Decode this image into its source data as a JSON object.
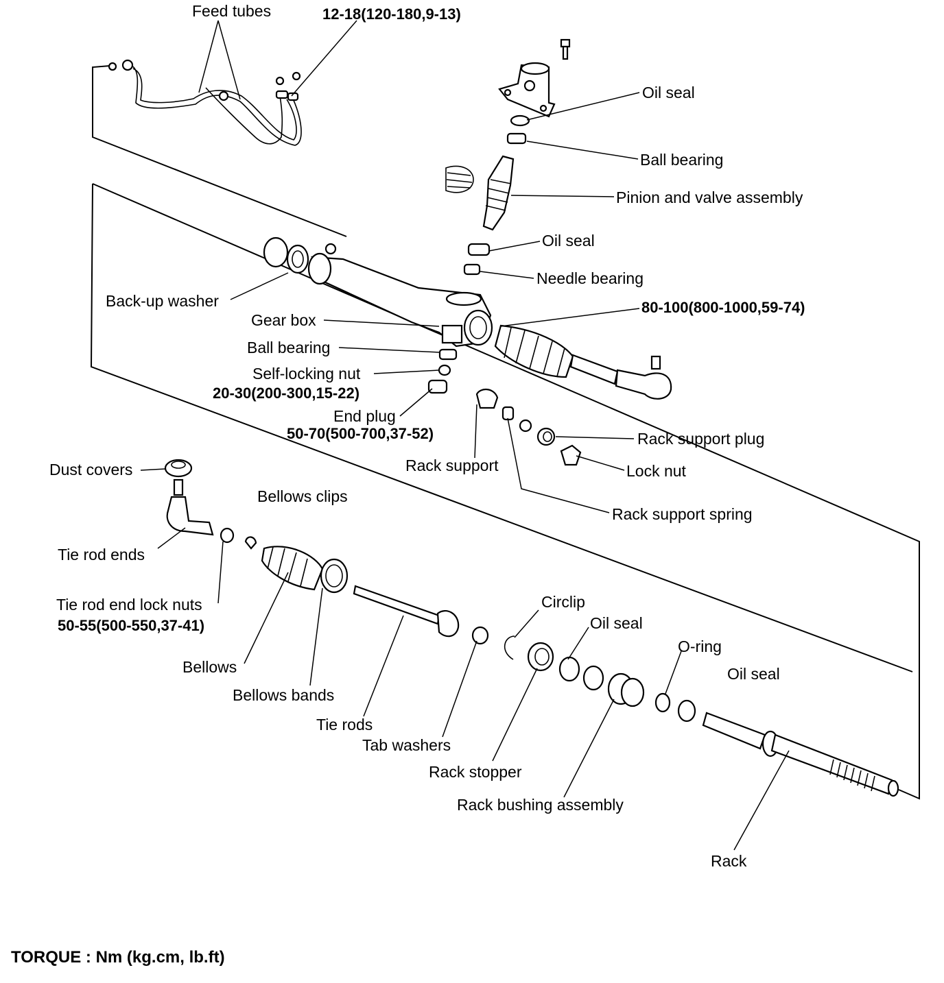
{
  "labels": {
    "feed_tubes": "Feed tubes",
    "feed_tube_torque": "12-18(120-180,9-13)",
    "oil_seal_top": "Oil seal",
    "ball_bearing_top": "Ball bearing",
    "pinion_valve": "Pinion and valve assembly",
    "oil_seal_mid": "Oil seal",
    "needle_bearing": "Needle bearing",
    "tie_rod_end_torque": "80-100(800-1000,59-74)",
    "backup_washer": "Back-up washer",
    "gear_box": "Gear box",
    "ball_bearing_mid": "Ball bearing",
    "self_locking_nut": "Self-locking nut",
    "self_locking_nut_torque": "20-30(200-300,15-22)",
    "end_plug": "End plug",
    "end_plug_torque": "50-70(500-700,37-52)",
    "rack_support": "Rack support",
    "rack_support_plug": "Rack support plug",
    "lock_nut": "Lock nut",
    "rack_support_spring": "Rack support spring",
    "dust_covers": "Dust covers",
    "bellows_clips": "Bellows clips",
    "tie_rod_ends": "Tie rod ends",
    "tie_rod_end_lock_nuts": "Tie rod end lock nuts",
    "lock_nuts_torque": "50-55(500-550,37-41)",
    "bellows": "Bellows",
    "bellows_bands": "Bellows bands",
    "tie_rods": "Tie rods",
    "tab_washers": "Tab washers",
    "circlip": "Circlip",
    "oil_seal_low": "Oil seal",
    "o_ring": "O-ring",
    "oil_seal_right": "Oil seal",
    "rack_stopper": "Rack stopper",
    "rack_bushing": "Rack bushing assembly",
    "rack": "Rack"
  },
  "footer": "TORQUE : Nm (kg.cm, lb.ft)"
}
